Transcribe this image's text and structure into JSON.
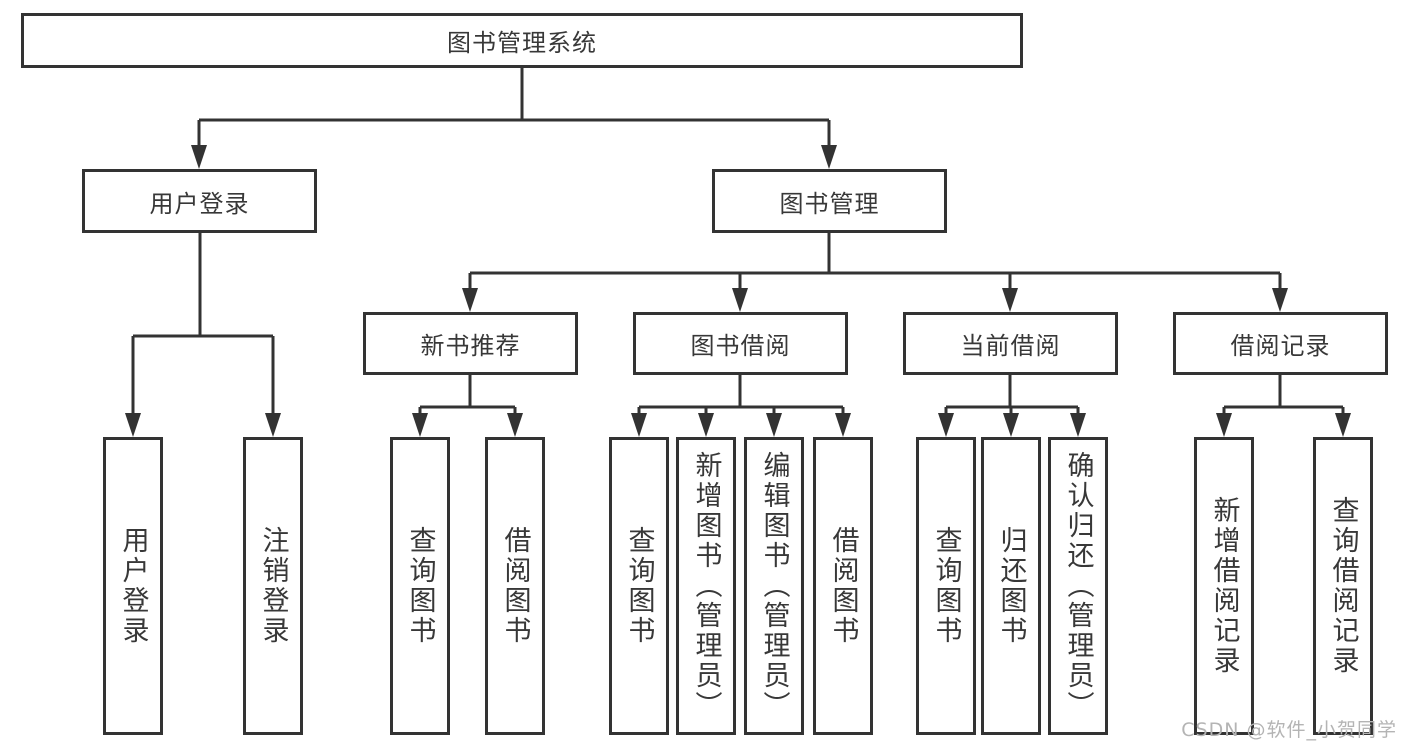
{
  "diagram": {
    "root": {
      "label": "图书管理系统"
    },
    "branches": [
      {
        "label": "用户登录",
        "children": [
          {
            "label": "用户登录"
          },
          {
            "label": "注销登录"
          }
        ]
      },
      {
        "label": "图书管理",
        "children": [
          {
            "label": "新书推荐",
            "children": [
              {
                "label": "查询图书"
              },
              {
                "label": "借阅图书"
              }
            ]
          },
          {
            "label": "图书借阅",
            "children": [
              {
                "label": "查询图书"
              },
              {
                "label": "新增图书（管理员）"
              },
              {
                "label": "编辑图书（管理员）"
              },
              {
                "label": "借阅图书"
              }
            ]
          },
          {
            "label": "当前借阅",
            "children": [
              {
                "label": "查询图书"
              },
              {
                "label": "归还图书"
              },
              {
                "label": "确认归还（管理员）"
              }
            ]
          },
          {
            "label": "借阅记录",
            "children": [
              {
                "label": "新增借阅记录"
              },
              {
                "label": "查询借阅记录"
              }
            ]
          }
        ]
      }
    ],
    "colors": {
      "line": "#333333",
      "text": "#383838",
      "background": "#ffffff",
      "watermark": "#b4b4b4"
    },
    "watermark": "CSDN @软件_小贺同学"
  }
}
